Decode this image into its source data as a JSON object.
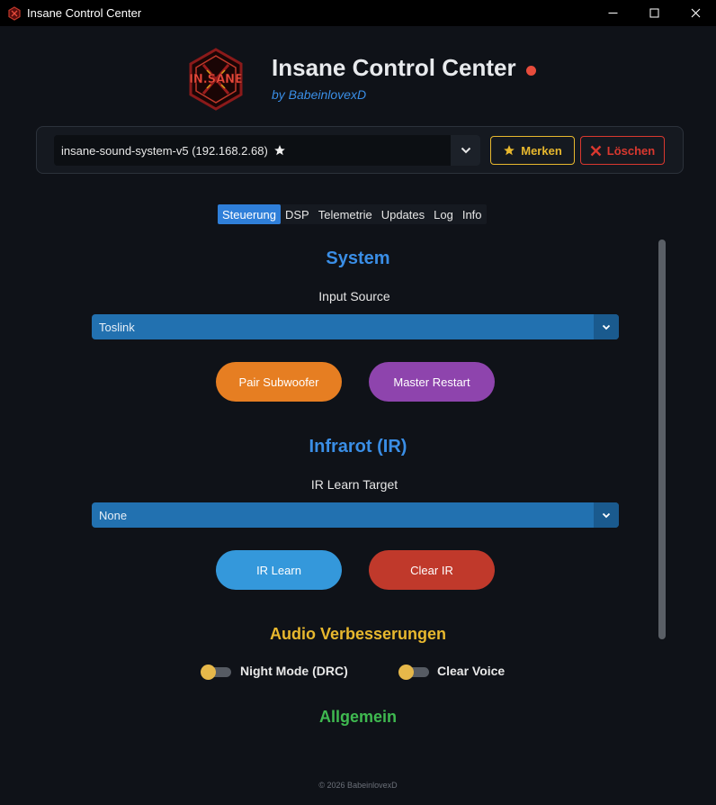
{
  "window": {
    "title": "Insane Control Center",
    "controls": [
      "minimize-icon",
      "maximize-icon",
      "close-icon"
    ]
  },
  "header": {
    "logo_text": "IN.SANE",
    "title": "Insane Control Center",
    "subtitle": "by BabeinlovexD",
    "status_color": "#e74c3c"
  },
  "device": {
    "selected": "insane-sound-system-v5 (192.168.2.68)",
    "merken_label": "Merken",
    "loeschen_label": "Löschen"
  },
  "tabs": [
    {
      "label": "Steuerung",
      "active": true
    },
    {
      "label": "DSP",
      "active": false
    },
    {
      "label": "Telemetrie",
      "active": false
    },
    {
      "label": "Updates",
      "active": false
    },
    {
      "label": "Log",
      "active": false
    },
    {
      "label": "Info",
      "active": false
    }
  ],
  "sections": {
    "system": {
      "title": "System",
      "input_label": "Input Source",
      "input_value": "Toslink",
      "pair_button": "Pair Subwoofer",
      "restart_button": "Master Restart"
    },
    "ir": {
      "title": "Infrarot (IR)",
      "target_label": "IR Learn Target",
      "target_value": "None",
      "learn_button": "IR Learn",
      "clear_button": "Clear IR"
    },
    "audio": {
      "title": "Audio Verbesserungen",
      "night_mode_label": "Night Mode (DRC)",
      "clear_voice_label": "Clear Voice"
    },
    "general": {
      "title": "Allgemein"
    }
  },
  "footer": {
    "text": "© 2026 BabeinlovexD"
  },
  "colors": {
    "accent_blue": "#2f7fd9",
    "section_blue": "#3a8ee6",
    "section_yellow": "#e8b82e",
    "section_green": "#3fb950",
    "orange": "#e67e22",
    "purple": "#8e44ad",
    "sky": "#3498db",
    "red": "#c0392b"
  }
}
